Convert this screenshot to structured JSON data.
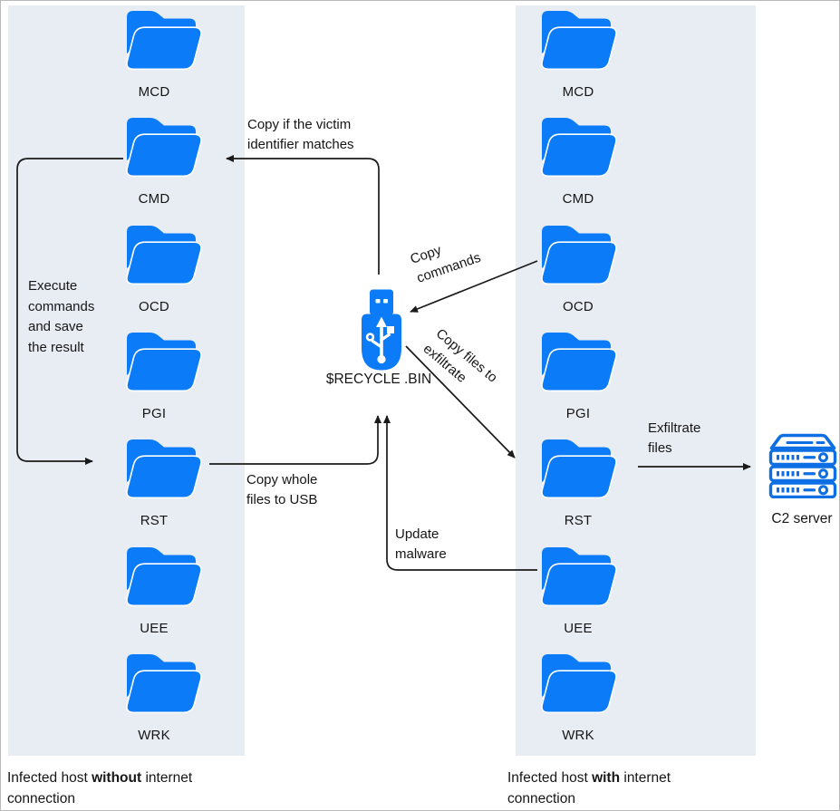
{
  "colors": {
    "panel_bg": "#e8edf4",
    "folder_blue": "#0b7bf7",
    "usb_blue": "#0b7bf7",
    "server_blue": "#0e6fe4",
    "line_black": "#1a1a1a"
  },
  "left_host": {
    "folders": [
      "MCD",
      "CMD",
      "OCD",
      "PGI",
      "RST",
      "UEE",
      "WRK"
    ],
    "caption": {
      "prefix": "Infected host ",
      "bold": "without",
      "suffix": " internet connection"
    }
  },
  "right_host": {
    "folders": [
      "MCD",
      "CMD",
      "OCD",
      "PGI",
      "RST",
      "UEE",
      "WRK"
    ],
    "caption": {
      "prefix": "Infected host ",
      "bold": "with",
      "suffix": " internet connection"
    }
  },
  "usb": {
    "label": "$RECYCLE .BIN"
  },
  "c2_server": {
    "label": "C2 server"
  },
  "annotations": {
    "copy_victim": "Copy if the victim\nidentifier matches",
    "execute": "Execute\ncommands\nand save\nthe result",
    "copy_whole": "Copy whole\nfiles to USB",
    "copy_commands": "Copy\ncommands",
    "copy_exfiltrate": "Copy files to\nexfiltrate",
    "update_malware": "Update\nmalware",
    "exfiltrate": "Exfiltrate\nfiles"
  }
}
